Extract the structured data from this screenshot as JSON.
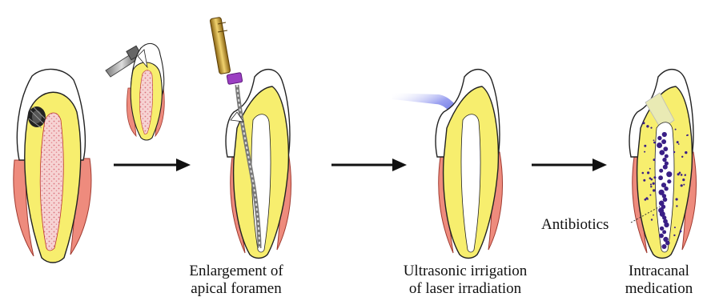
{
  "captions": {
    "enlargement": [
      "Enlargement of",
      "apical foramen"
    ],
    "ultrasonic": [
      "Ultrasonic irrigation",
      "of laser irradiation"
    ],
    "intracanal": [
      "Intracanal",
      "medication"
    ]
  },
  "labels": {
    "antibiotics": "Antibiotics"
  },
  "colors": {
    "enamel": "#ffffff",
    "dentin": "#f7ee6e",
    "pulp_infected": "#f3c7c7",
    "gum": "#ee8b7d",
    "file_handle": "#c89a2a",
    "file_stopper": "#9b3fc2",
    "irrigation": "#6a72e6",
    "medication": "#e9eab4",
    "antibiotic_dots": "#3a1f86",
    "arrow": "#111111"
  },
  "steps": [
    {
      "id": "infected-tooth"
    },
    {
      "id": "access-opening"
    },
    {
      "id": "file-enlargement"
    },
    {
      "id": "ultrasonic-irrigation"
    },
    {
      "id": "intracanal-medication"
    }
  ]
}
